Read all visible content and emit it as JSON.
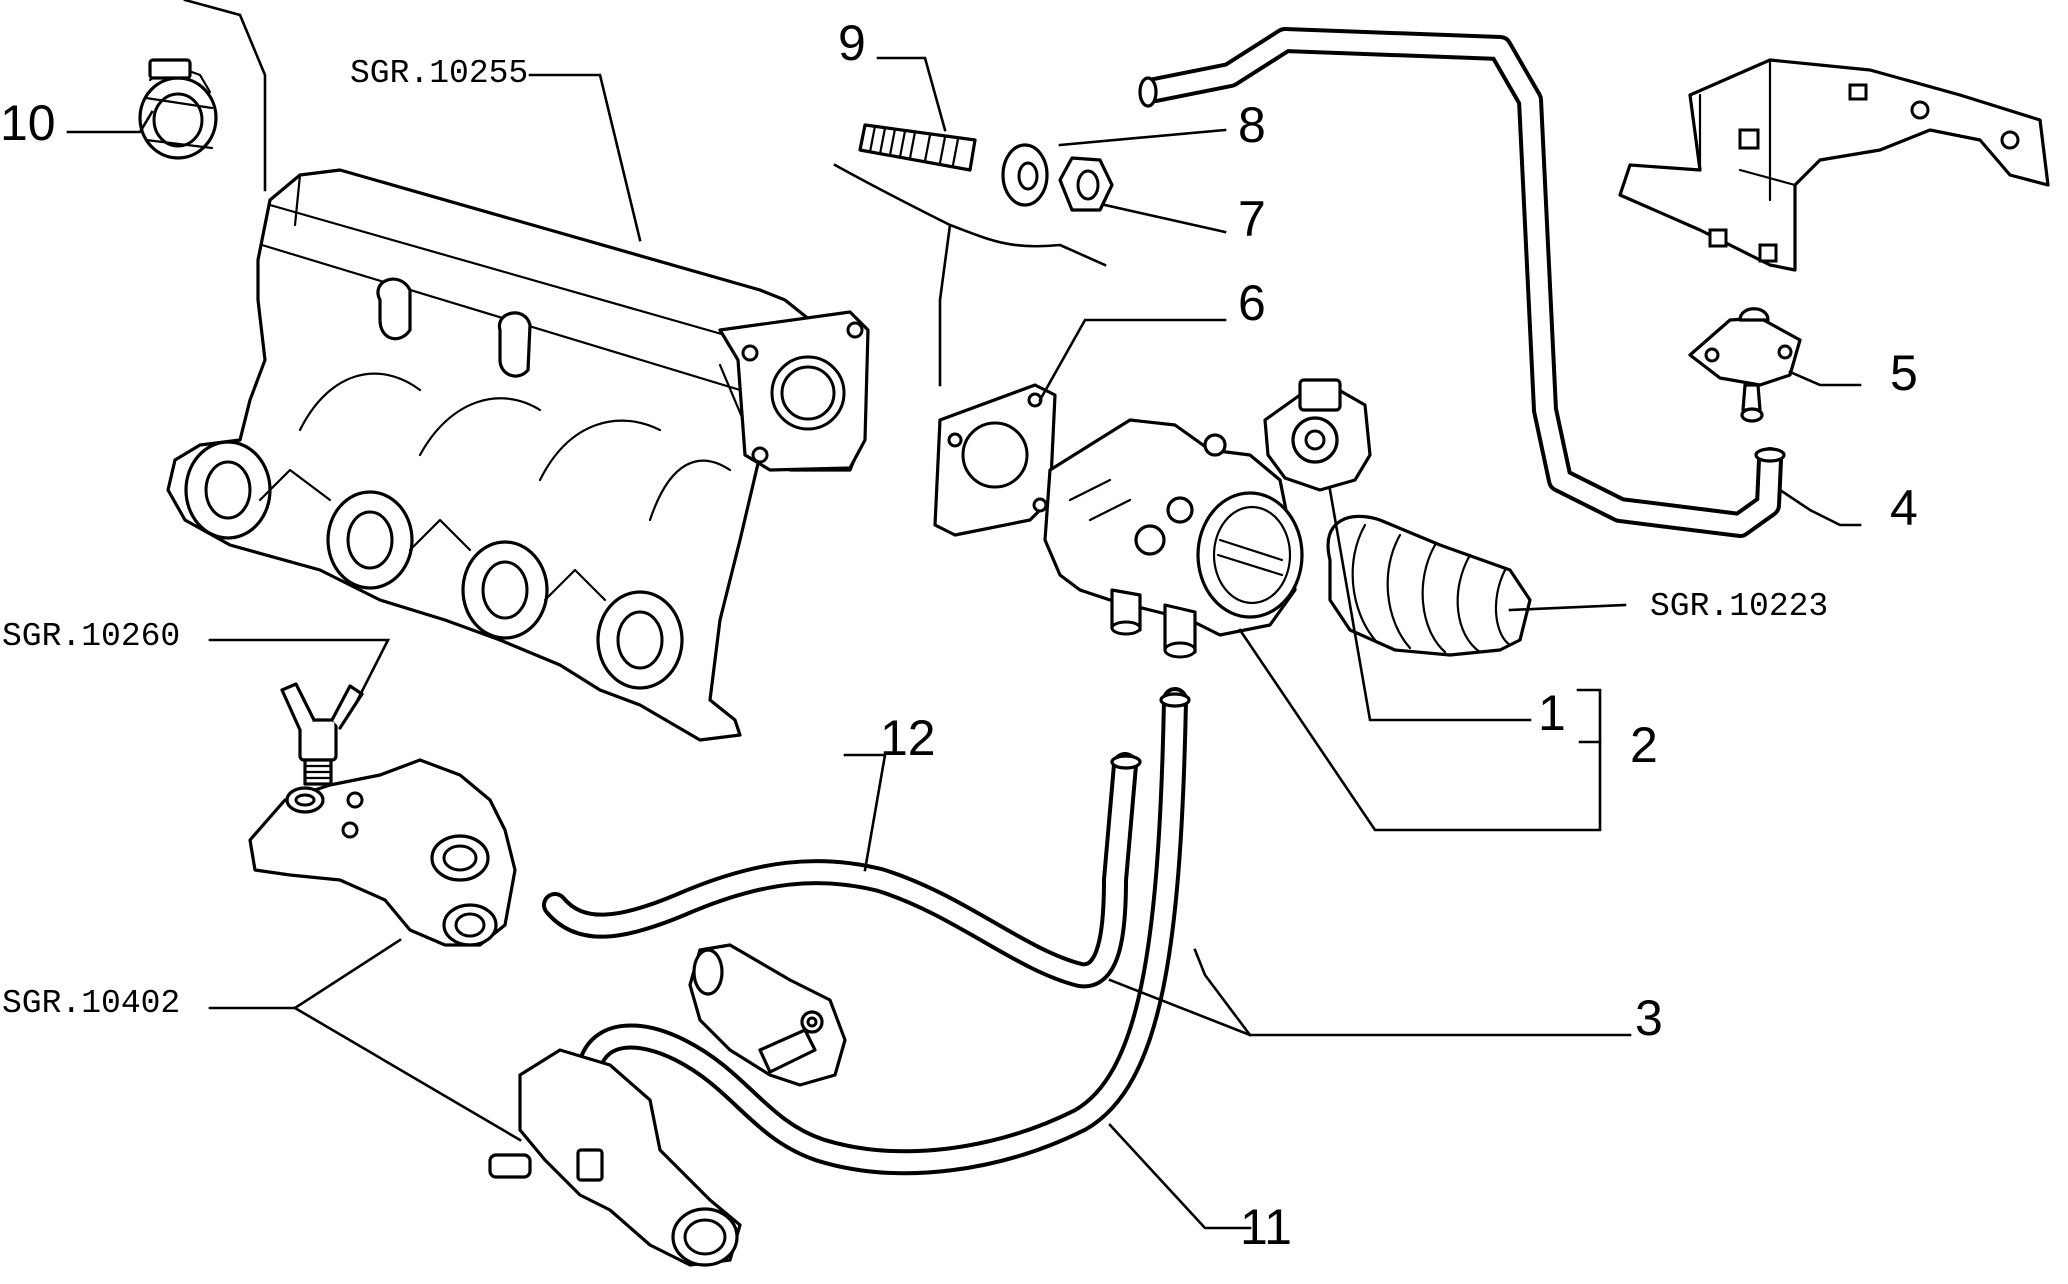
{
  "labels": {
    "l1": "1",
    "l2": "2",
    "l3": "3",
    "l4": "4",
    "l5": "5",
    "l6": "6",
    "l7": "7",
    "l8": "8",
    "l9": "9",
    "l10": "10",
    "l11": "11",
    "l12": "12"
  },
  "refs": {
    "manifold": "SGR.10255",
    "air_duct": "SGR.10223",
    "sensor": "SGR.10260",
    "thermostat": "SGR.10402"
  }
}
